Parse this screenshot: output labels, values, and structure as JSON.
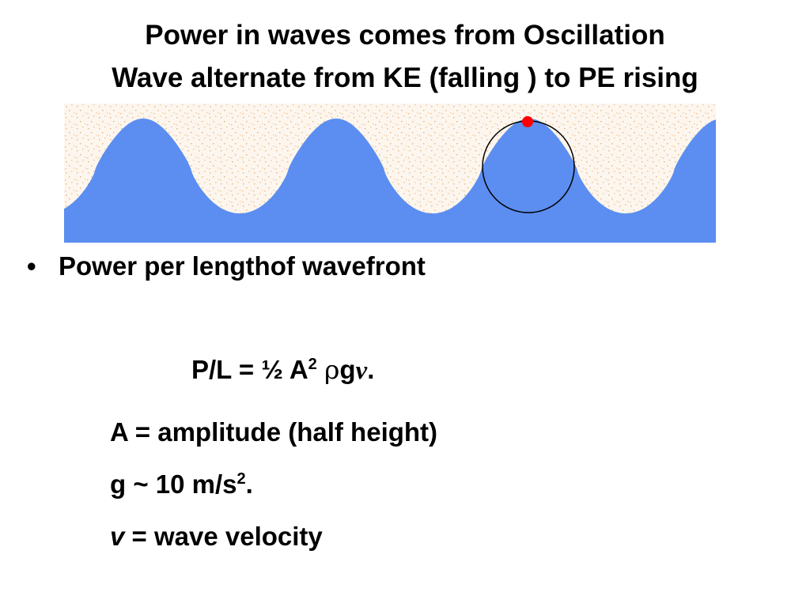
{
  "slide": {
    "title_line1": "Power in waves comes from Oscillation",
    "title_line2": "Wave alternate from KE (falling ) to PE rising",
    "bullet": "Power per lengthof wavefront",
    "formula": {
      "lhs": "P/L = ½ A",
      "exp": "2",
      "rho": "ρ",
      "g": "g",
      "v": "v",
      "end": "."
    },
    "definitions": {
      "amplitude": "A = amplitude (half height)",
      "gravity_main": "g ~ 10 m/s",
      "gravity_exp": "2",
      "gravity_end": ".",
      "velocity_var": "v",
      "velocity_rest": " = wave velocity"
    }
  },
  "colors": {
    "water": "#5b8ef0",
    "water_dark": "#4a7de0",
    "sand_dot": "#e8b988",
    "particle": "#ff0000",
    "orbit": "#000000"
  }
}
